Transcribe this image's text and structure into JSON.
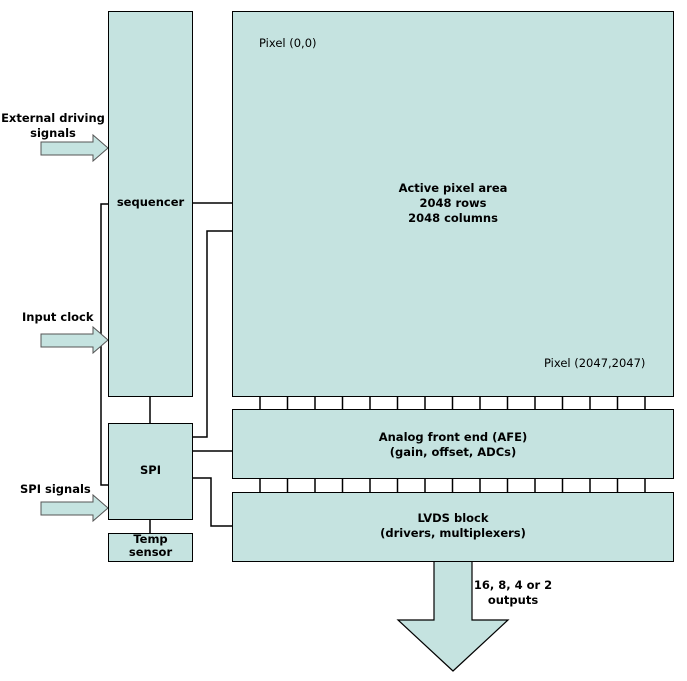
{
  "inputs": {
    "external_driving": "External driving\nsignals",
    "input_clock": "Input clock",
    "spi_signals": "SPI signals"
  },
  "blocks": {
    "sequencer": "sequencer",
    "spi": "SPI",
    "temp_sensor": "Temp\nsensor",
    "pixel_area": "Active pixel area\n2048 rows\n2048 columns",
    "afe": "Analog front end (AFE)\n(gain, offset, ADCs)",
    "lvds": "LVDS block\n(drivers, multiplexers)"
  },
  "annotations": {
    "pixel_origin": "Pixel (0,0)",
    "pixel_end": "Pixel (2047,2047)",
    "outputs": "16, 8, 4 or 2\noutputs"
  },
  "colors": {
    "block_fill": "#c5e3e0",
    "line": "#000000"
  },
  "bus_channel_count": 15
}
